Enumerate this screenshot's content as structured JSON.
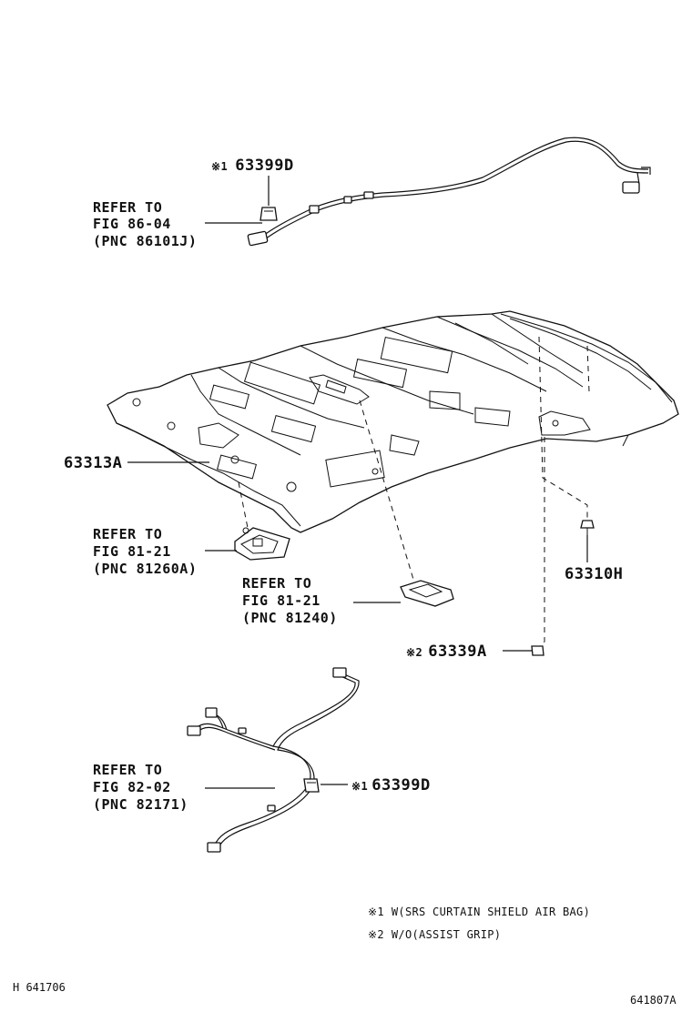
{
  "callouts": {
    "c1": {
      "mark": "※1",
      "part": "63399D"
    },
    "c2": {
      "line1": "REFER TO",
      "line2": "FIG 86-04",
      "line3": "(PNC 86101J)"
    },
    "c3": {
      "part": "63313A"
    },
    "c4": {
      "line1": "REFER TO",
      "line2": "FIG 81-21",
      "line3": "(PNC 81260A)"
    },
    "c5": {
      "line1": "REFER TO",
      "line2": "FIG 81-21",
      "line3": "(PNC 81240)"
    },
    "c6": {
      "part": "63310H"
    },
    "c7": {
      "mark": "※2",
      "part": "63339A"
    },
    "c8": {
      "line1": "REFER TO",
      "line2": "FIG 82-02",
      "line3": "(PNC 82171)"
    },
    "c9": {
      "mark": "※1",
      "part": "63399D"
    }
  },
  "notes": [
    {
      "mark": "※1",
      "text": "W(SRS CURTAIN SHIELD AIR BAG)"
    },
    {
      "mark": "※2",
      "text": "W/O(ASSIST GRIP)"
    }
  ],
  "footer": {
    "left": "H 641706",
    "right": "641807A"
  }
}
